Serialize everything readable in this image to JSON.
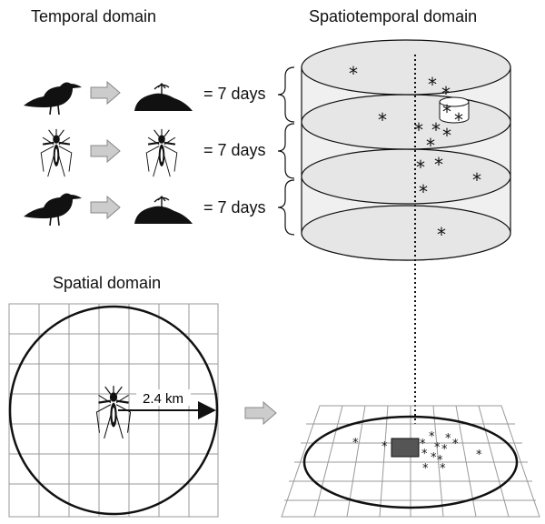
{
  "headings": {
    "temporal": "Temporal domain",
    "spatiotemporal": "Spatiotemporal domain",
    "spatial": "Spatial domain"
  },
  "temporal_rows": [
    {
      "subject_icon": "crow-icon",
      "result_icon": "dead-crow-icon",
      "label": "= 7 days"
    },
    {
      "subject_icon": "mosquito-icon",
      "result_icon": "mosquito-icon",
      "label": "= 7 days"
    },
    {
      "subject_icon": "crow-icon",
      "result_icon": "dead-crow-icon",
      "label": "= 7 days"
    }
  ],
  "spatial": {
    "radius_label": "2.4 km",
    "center_icon": "mosquito-icon"
  },
  "case_marker": "*",
  "colors": {
    "ink": "#111111",
    "arrow_fill": "#cccccc",
    "arrow_stroke": "#888888",
    "ellipse_fill": "#e6e6e6",
    "cylinder_side": "#f0f0f0",
    "selected_cell": "#555555"
  }
}
